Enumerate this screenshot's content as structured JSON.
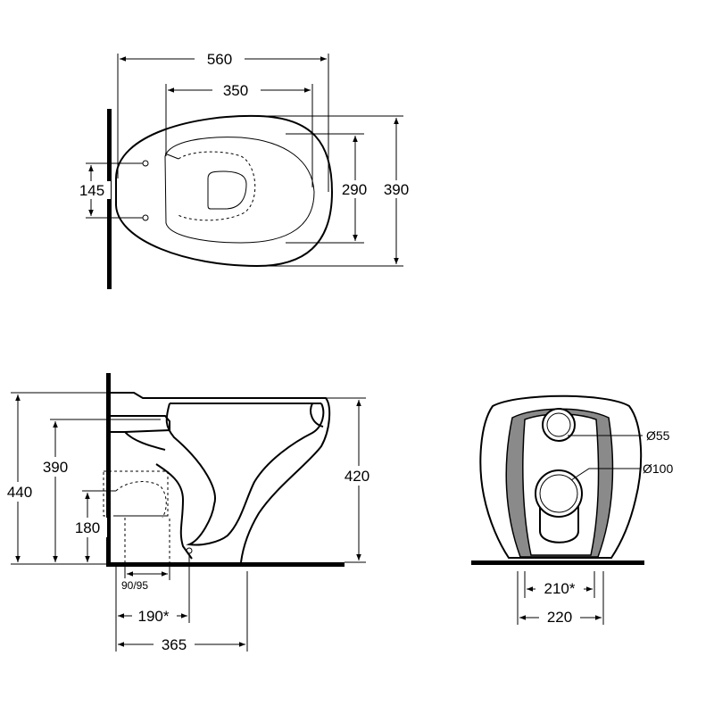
{
  "top_view": {
    "overall_length": "560",
    "bowl_length": "350",
    "bolt_spacing": "145",
    "inner_width": "290",
    "overall_width": "390"
  },
  "side_view": {
    "overall_height": "440",
    "inlet_height": "390",
    "outlet_height": "180",
    "rim_height": "420",
    "outlet_diameter": "90/95",
    "outlet_distance": "190*",
    "fixing_distance": "365"
  },
  "rear_view": {
    "inlet_diameter": "Ø55",
    "outlet_diameter": "Ø100",
    "bolt_distance": "210*",
    "base_width": "220"
  }
}
